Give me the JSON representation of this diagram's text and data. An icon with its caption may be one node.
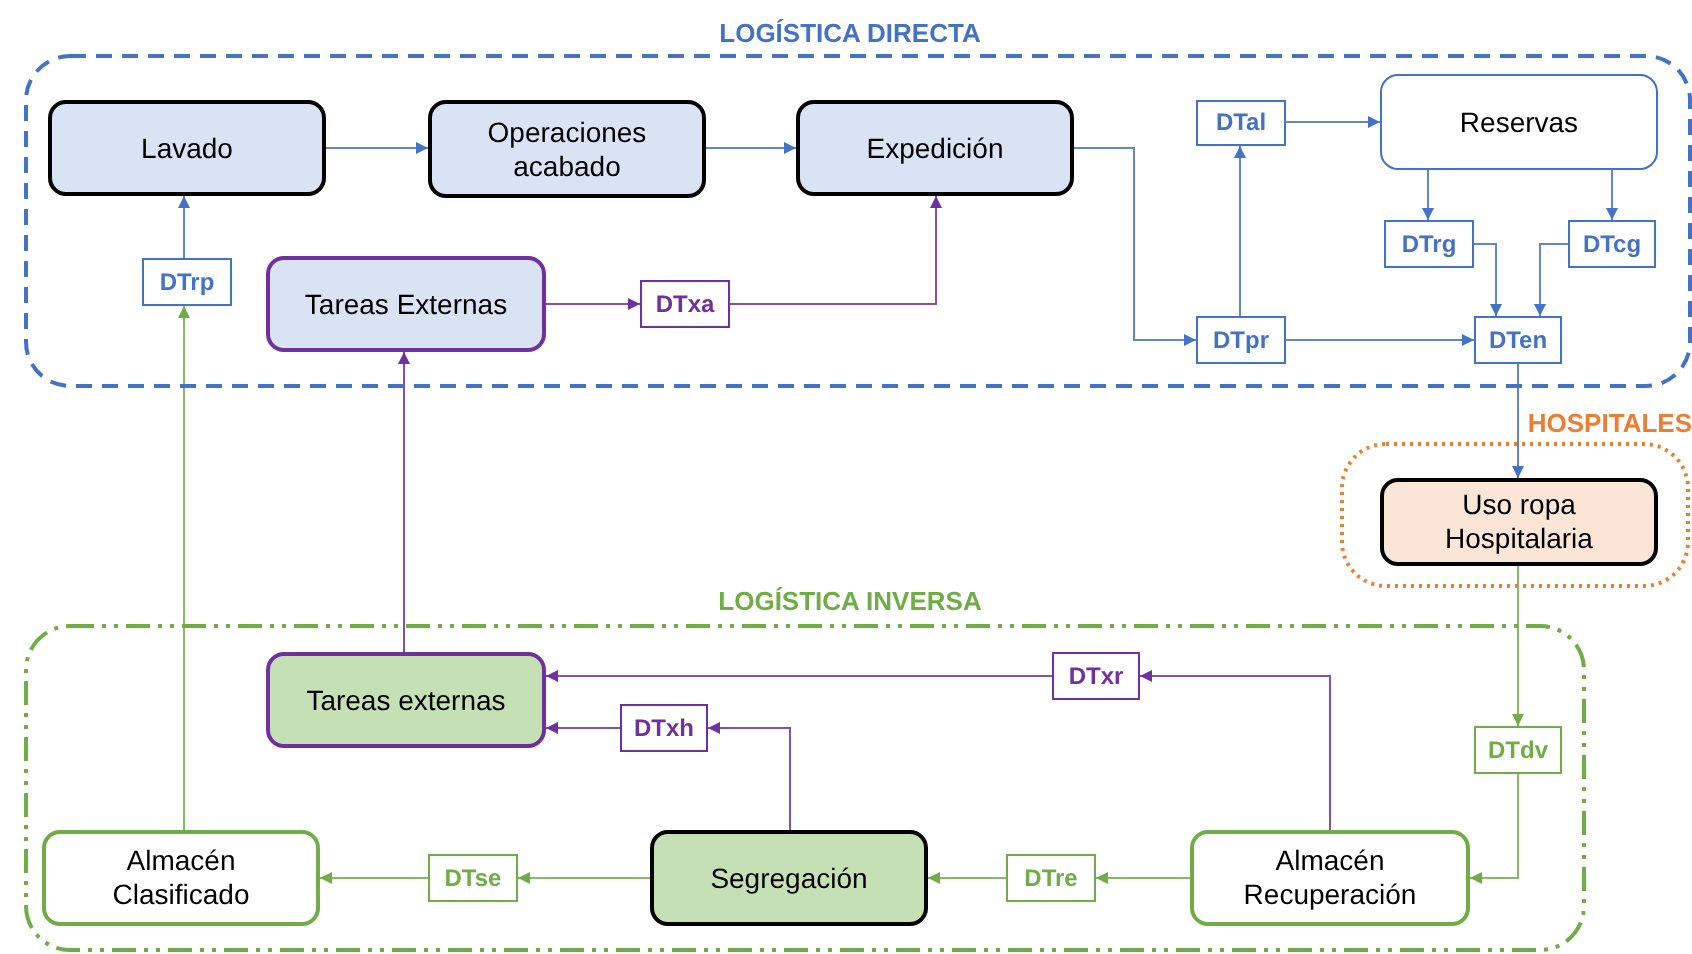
{
  "diagram": {
    "nodes": [
      {
        "text": [
          "LOGÍSTICA DIRECTA"
        ]
      },
      {
        "text": [
          "Lavado"
        ],
        "in": 0
      },
      {
        "text": [
          "Operaciones acabado"
        ],
        "in": 0
      },
      {
        "text": [
          "Expedición"
        ],
        "in": 0
      },
      {
        "text": [
          "DTal"
        ],
        "in": 0
      },
      {
        "text": [
          "Reservas"
        ],
        "in": 0
      },
      {
        "text": [
          "DTrg"
        ],
        "in": 0
      },
      {
        "text": [
          "DTcg"
        ],
        "in": 0
      },
      {
        "text": [
          "DTrp"
        ],
        "in": 0
      },
      {
        "text": [
          "Tareas Externas"
        ],
        "in": 0
      },
      {
        "text": [
          "DTxa"
        ],
        "in": 0
      },
      {
        "text": [
          "DTpr"
        ],
        "in": 0
      },
      {
        "text": [
          "DTen"
        ],
        "in": 0
      },
      {
        "text": [
          "HOSPITALES"
        ]
      },
      {
        "text": [
          "Uso ropa Hospitalaria"
        ],
        "in": 13
      },
      {
        "text": [
          "LOGÍSTICA INVERSA"
        ]
      },
      {
        "text": [
          "Tareas externas"
        ],
        "in": 15
      },
      {
        "text": [
          "DTxr"
        ],
        "in": 15
      },
      {
        "text": [
          "DTxh"
        ],
        "in": 15
      },
      {
        "text": [
          "DTdv"
        ],
        "in": 15
      },
      {
        "text": [
          "Almacén Clasificado"
        ],
        "in": 15
      },
      {
        "text": [
          "DTse"
        ],
        "in": 15
      },
      {
        "text": [
          "Segregación"
        ],
        "in": 15
      },
      {
        "text": [
          "DTre"
        ],
        "in": 15
      },
      {
        "text": [
          "Almacén Recuperación"
        ],
        "in": 15
      }
    ],
    "edges": [
      {
        "from": 1,
        "to": 2,
        "arrow": "to"
      },
      {
        "from": 2,
        "to": 3,
        "arrow": "to"
      },
      {
        "from": 3,
        "to": 11,
        "arrow": "to"
      },
      {
        "from": 11,
        "to": 4,
        "arrow": "to"
      },
      {
        "from": 4,
        "to": 5,
        "arrow": "to"
      },
      {
        "from": 5,
        "to": 6,
        "arrow": "to"
      },
      {
        "from": 5,
        "to": 7,
        "arrow": "to"
      },
      {
        "from": 6,
        "to": 12,
        "arrow": "to"
      },
      {
        "from": 7,
        "to": 12,
        "arrow": "to"
      },
      {
        "from": 11,
        "to": 12,
        "arrow": "to"
      },
      {
        "from": 12,
        "to": 14,
        "arrow": "to"
      },
      {
        "from": 14,
        "to": 19,
        "arrow": "to",
        "color": "#70ad47"
      },
      {
        "from": 19,
        "to": 24,
        "arrow": "to",
        "color": "#70ad47"
      },
      {
        "from": 24,
        "to": 23,
        "arrow": "to",
        "color": "#70ad47"
      },
      {
        "from": 23,
        "to": 22,
        "arrow": "to",
        "color": "#70ad47"
      },
      {
        "from": 22,
        "to": 21,
        "arrow": "to",
        "color": "#70ad47"
      },
      {
        "from": 21,
        "to": 20,
        "arrow": "to",
        "color": "#70ad47"
      },
      {
        "from": 20,
        "to": 8,
        "arrow": "to",
        "color": "#70ad47"
      },
      {
        "from": 8,
        "to": 1,
        "arrow": "to"
      },
      {
        "from": 24,
        "to": 17,
        "arrow": "to",
        "color": "#7030a0"
      },
      {
        "from": 17,
        "to": 16,
        "arrow": "to",
        "color": "#7030a0"
      },
      {
        "from": 22,
        "to": 18,
        "arrow": "to",
        "color": "#7030a0"
      },
      {
        "from": 18,
        "to": 16,
        "arrow": "to",
        "color": "#7030a0"
      },
      {
        "from": 16,
        "to": 9,
        "arrow": "to",
        "color": "#7030a0"
      },
      {
        "from": 9,
        "to": 10,
        "arrow": "to",
        "color": "#7030a0"
      },
      {
        "from": 10,
        "to": 3,
        "arrow": "to",
        "color": "#7030a0"
      }
    ]
  }
}
